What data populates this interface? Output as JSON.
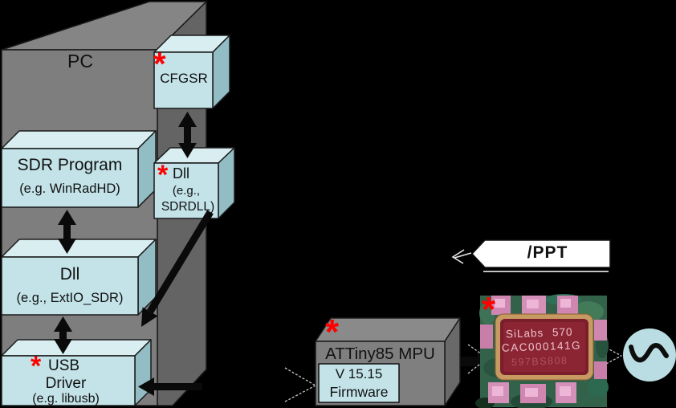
{
  "pc": {
    "label": "PC"
  },
  "stack": {
    "sdr_program": {
      "line1": "SDR Program",
      "line2": "(e.g. WinRadHD)"
    },
    "dll_extio": {
      "line1": "Dll",
      "line2": "(e.g., ExtIO_SDR)"
    },
    "usb_driver": {
      "asterisk": "*",
      "line1": "USB",
      "line2": "Driver",
      "line3": "(e.g. libusb)"
    },
    "cfgsr": {
      "asterisk": "*",
      "label": "CFGSR"
    },
    "dll_sdrdll": {
      "asterisk": "*",
      "line1": "Dll",
      "line2": "(e.g.,",
      "line3": "SDRDLL)"
    }
  },
  "callout_banner": {
    "label": "/PPT"
  },
  "mpu": {
    "asterisk": "*",
    "label": "ATTiny85 MPU",
    "firmware": {
      "line1": "V 15.15",
      "line2": "Firmware"
    }
  },
  "chip_photo": {
    "asterisk": "*",
    "marking_line1": "SiLabs 570",
    "marking_line2": "CAC000141G",
    "marking_line3": "597BS808"
  },
  "colors": {
    "background": "#000000",
    "pc_front": "#7e7e7e",
    "pc_top": "#858585",
    "pc_side": "#646464",
    "box_face": "#c3e3e8",
    "box_top": "#d8eef0",
    "box_side": "#93bdc5",
    "asterisk_accent": "#ff0000",
    "arrow": "#0a0a0a",
    "banner_fill": "#ffffff",
    "chip_body": "#7b1e2c",
    "chip_rim": "#c79a62",
    "pcb_green": "#33624a",
    "pad_pink": "#cf87b2"
  }
}
